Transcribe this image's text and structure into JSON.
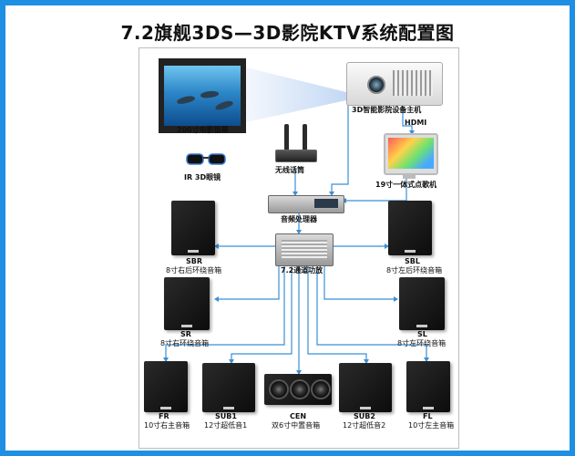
{
  "title": "7.2旗舰3DS—3D影院KTV系统配置图",
  "devices": {
    "screen": "200寸电影银幕",
    "glasses": "IR 3D眼镜",
    "projector": "3D智能影院设备主机",
    "hdmi": "HDMI",
    "mic": "无线话筒",
    "kiosk": "19寸一体式点歌机",
    "processor": "音频处理器",
    "amplifier": "7.2通道功放"
  },
  "speakers": {
    "sbr": {
      "code": "SBR",
      "name": "8寸右后环绕音箱"
    },
    "sbl": {
      "code": "SBL",
      "name": "8寸左后环绕音箱"
    },
    "sr": {
      "code": "SR",
      "name": "8寸右环绕音箱"
    },
    "sl": {
      "code": "SL",
      "name": "8寸左环绕音箱"
    },
    "fr": {
      "code": "FR",
      "name": "10寸右主音箱"
    },
    "sub1": {
      "code": "SUB1",
      "name": "12寸超低音1"
    },
    "cen": {
      "code": "CEN",
      "name": "双6寸中置音箱"
    },
    "sub2": {
      "code": "SUB2",
      "name": "12寸超低音2"
    },
    "fl": {
      "code": "FL",
      "name": "10寸左主音箱"
    }
  },
  "colors": {
    "background": "#1f8fe3",
    "wire": "#3a8fd6",
    "cabinet": "#151515"
  }
}
